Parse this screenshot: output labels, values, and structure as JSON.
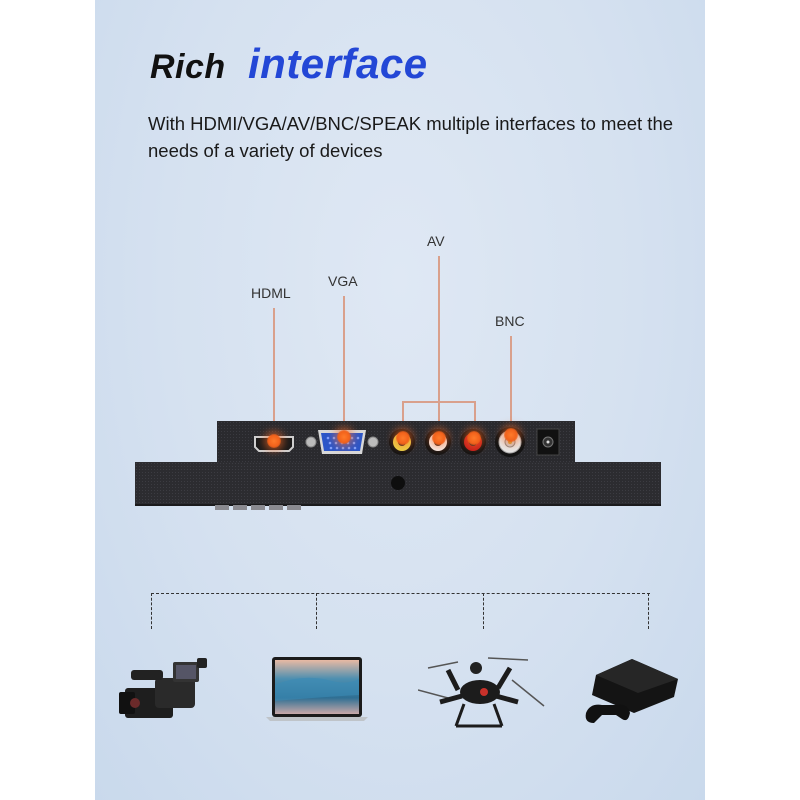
{
  "header": {
    "title_part1": "Rich",
    "title_part2": "interface",
    "subtitle": "With HDMI/VGA/AV/BNC/SPEAK multiple interfaces to meet the needs of a variety of devices"
  },
  "ports": [
    {
      "label": "HDML",
      "type": "hdmi"
    },
    {
      "label": "VGA",
      "type": "vga"
    },
    {
      "label": "AV",
      "type": "rca"
    },
    {
      "label": "BNC",
      "type": "bnc"
    }
  ],
  "devices": [
    {
      "name": "camcorder",
      "icon": "camcorder-icon"
    },
    {
      "name": "laptop",
      "icon": "laptop-icon"
    },
    {
      "name": "drone",
      "icon": "drone-icon"
    },
    {
      "name": "game-console",
      "icon": "game-console-icon"
    }
  ],
  "colors": {
    "accent_blue": "#2347d6",
    "callout_orange": "#f2621b",
    "callout_line": "#d9a08c",
    "panel_bg": "#d5e1f0"
  }
}
